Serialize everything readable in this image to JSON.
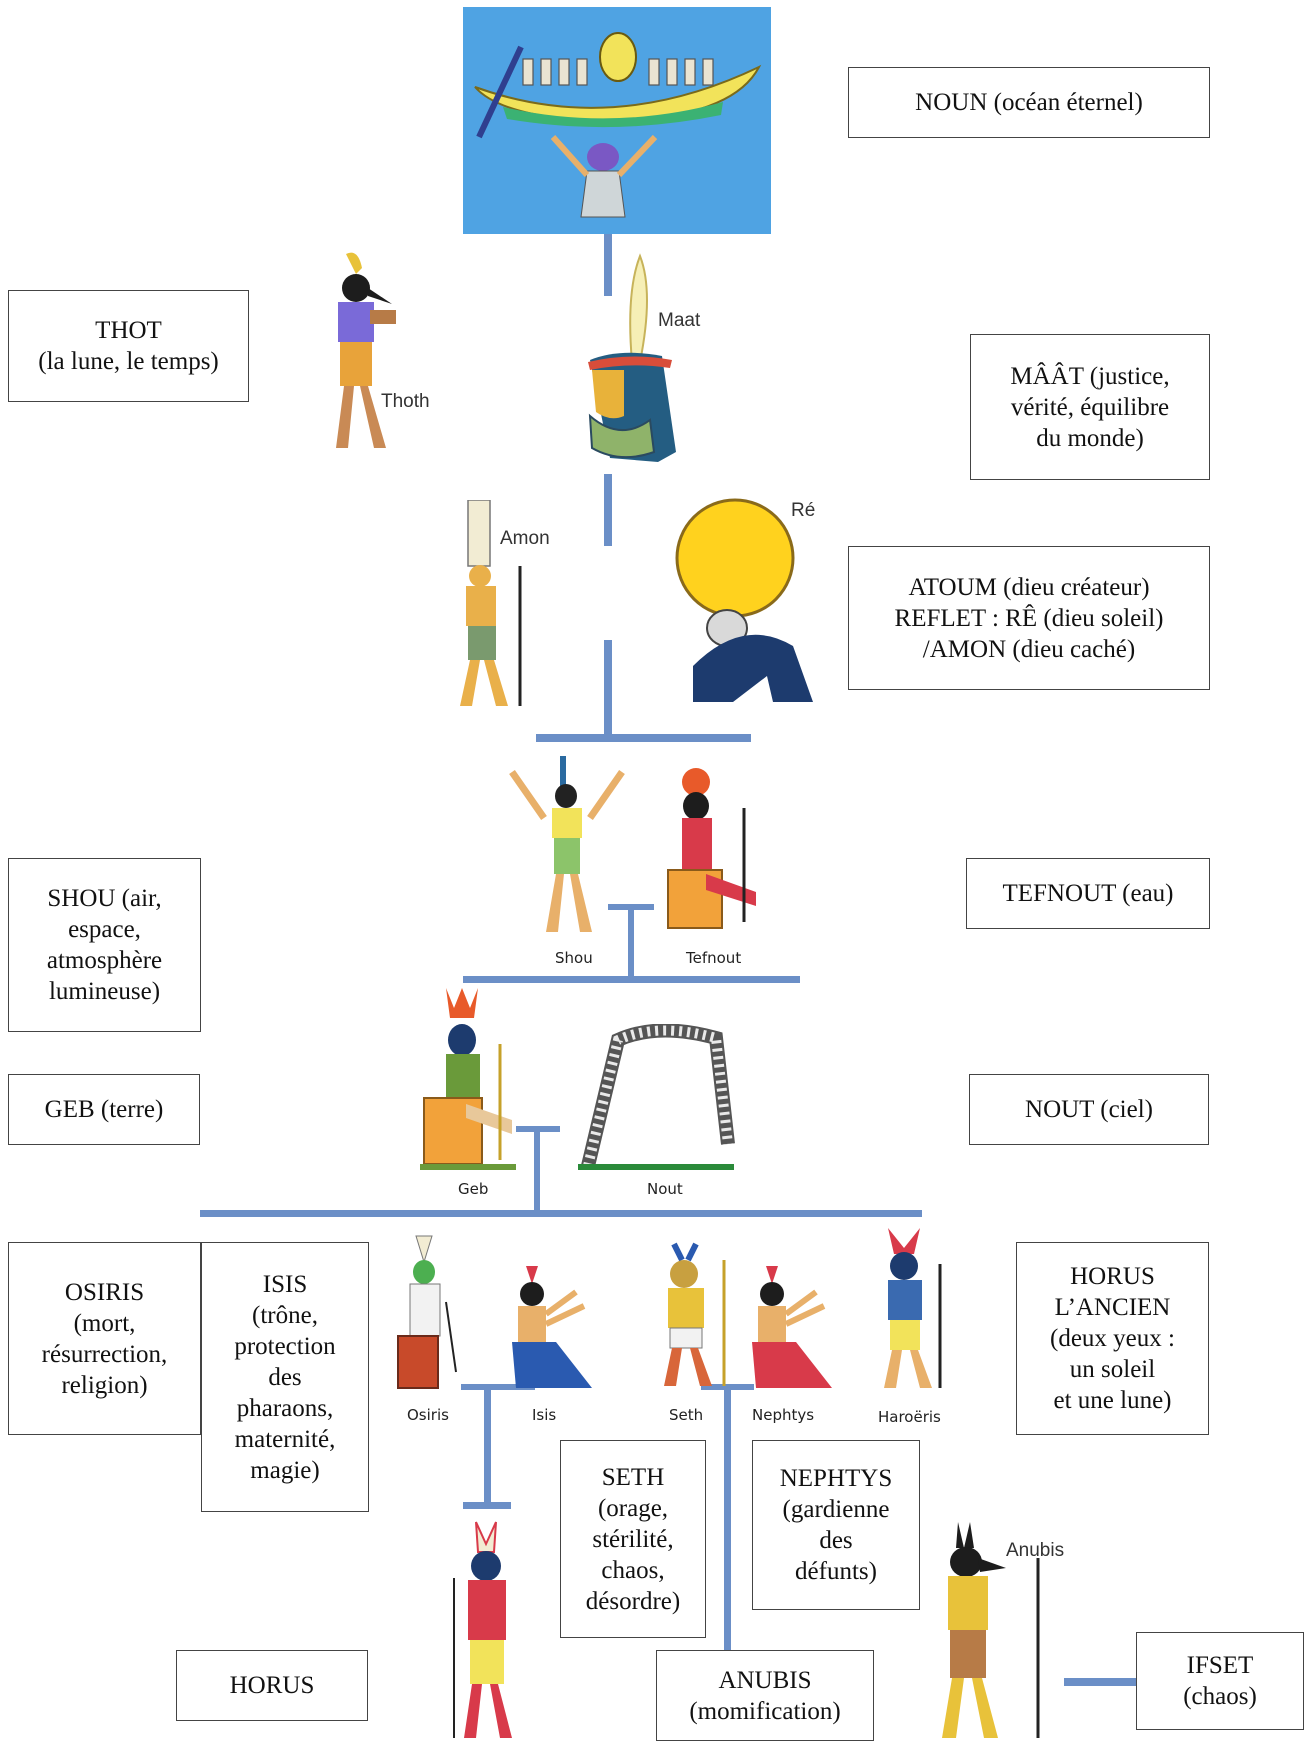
{
  "boxes": {
    "noun": [
      "NOUN (océan éternel)"
    ],
    "thot": [
      "THOT",
      "(la lune, le temps)"
    ],
    "maat": [
      "MÂÂT (justice,",
      "vérité, équilibre",
      "du monde)"
    ],
    "atoum": [
      "ATOUM (dieu créateur)",
      "REFLET : RÊ (dieu soleil)",
      "/AMON (dieu caché)"
    ],
    "shou": [
      "SHOU (air,",
      "espace,",
      "atmosphère",
      "lumineuse)"
    ],
    "tefnout": [
      "TEFNOUT (eau)"
    ],
    "geb": [
      "GEB (terre)"
    ],
    "nout": [
      "NOUT (ciel)"
    ],
    "osiris": [
      "OSIRIS",
      "(mort,",
      "résurrection,",
      "religion)"
    ],
    "isis": [
      "ISIS",
      "(trône,",
      "protection",
      "des",
      "pharaons,",
      "maternité,",
      "magie)"
    ],
    "horus_ancien": [
      "HORUS",
      "L’ANCIEN",
      "(deux yeux :",
      "un soleil",
      "et une lune)"
    ],
    "seth": [
      "SETH",
      "(orage,",
      "stérilité,",
      "chaos,",
      "désordre)"
    ],
    "nephtys": [
      "NEPHTYS",
      "(gardienne",
      "des",
      "défunts)"
    ],
    "horus": [
      "HORUS"
    ],
    "anubis": [
      "ANUBIS",
      "(momification)"
    ],
    "ifset": [
      "IFSET",
      "(chaos)"
    ]
  },
  "captions": {
    "maat": "Maat",
    "thoth": "Thoth",
    "amon": "Amon",
    "re": "Ré",
    "shou": "Shou",
    "tefnout": "Tefnout",
    "geb": "Geb",
    "nout": "Nout",
    "osiris": "Osiris",
    "isis": "Isis",
    "seth": "Seth",
    "nephtys": "Nephtys",
    "haroeris": "Haroëris",
    "anubis": "Anubis"
  },
  "colors": {
    "connector": "#6b8fc7",
    "sky_panel": "#4fa3e3",
    "sun": "#ffd21e",
    "boat": "#f2e35a",
    "boat_band": "#3bb273",
    "gold": "#e8a33a",
    "dark_blue": "#1d3b6e"
  }
}
